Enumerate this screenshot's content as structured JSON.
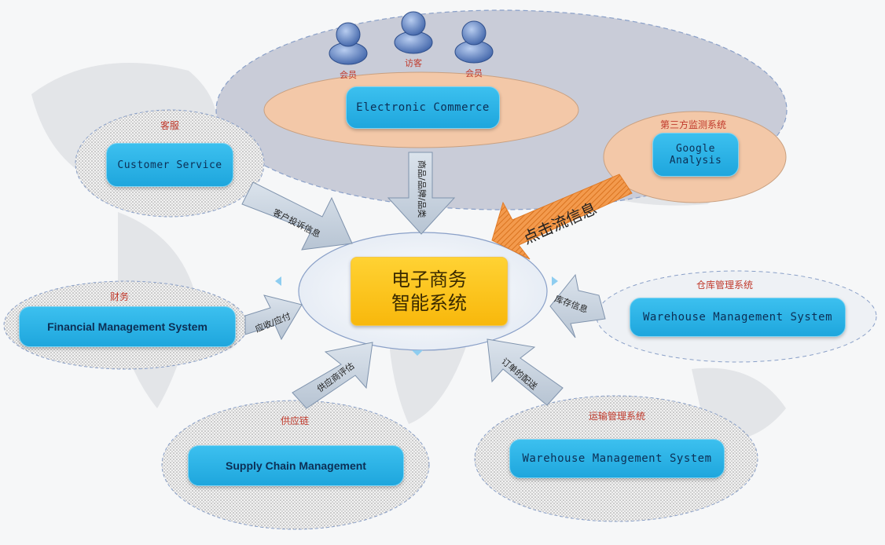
{
  "users": [
    {
      "label": "会员",
      "icon": "member-icon"
    },
    {
      "label": "访客",
      "icon": "visitor-icon"
    },
    {
      "label": "会员",
      "icon": "member-icon"
    }
  ],
  "center": {
    "line1": "电子商务",
    "line2": "智能系统"
  },
  "nodes": {
    "ecommerce": {
      "title": "Electronic Commerce"
    },
    "third_party": {
      "caption": "第三方监测系统",
      "line1": "Google",
      "line2": "Analysis"
    },
    "customer_service": {
      "caption": "客服",
      "title": "Customer Service"
    },
    "finance": {
      "caption": "财务",
      "title": "Financial Management System"
    },
    "warehouse": {
      "caption": "仓库管理系统",
      "title": "Warehouse Management System"
    },
    "supply_chain": {
      "caption": "供应链",
      "title": "Supply Chain Management"
    },
    "transport": {
      "caption": "运输管理系统",
      "title": "Warehouse Management System"
    }
  },
  "arrows": {
    "goods": "商品/品牌/品类",
    "clickstream": "点击流信息",
    "complaints": "客户投诉信息",
    "payments": "应收/应付",
    "inventory": "库存信息",
    "supplier": "供应商评估",
    "delivery": "订单的配送"
  },
  "colors": {
    "box": "#1ea6dd",
    "center": "#fcbf14",
    "orange_arrow": "#f08a3a",
    "caption": "#c0392b"
  }
}
